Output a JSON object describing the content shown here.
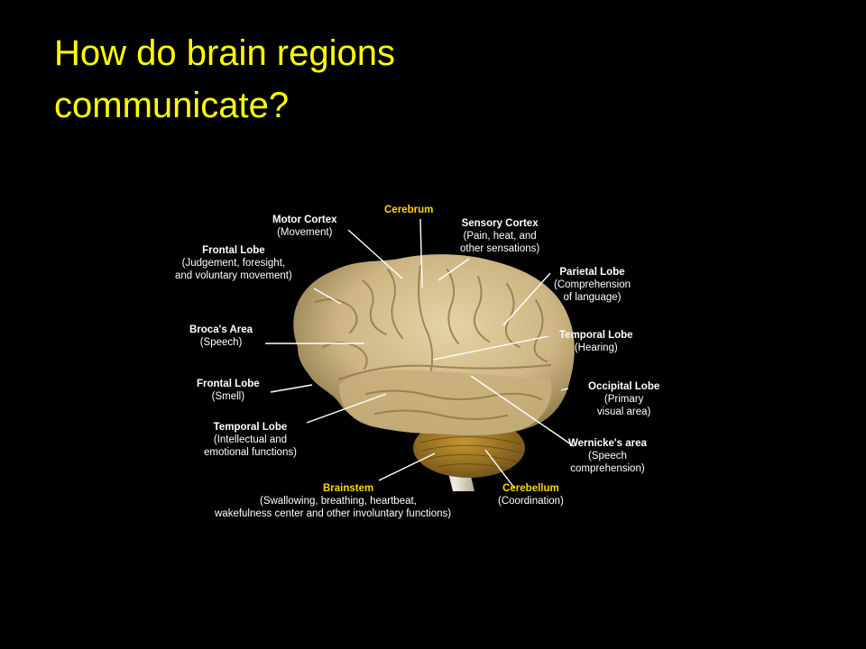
{
  "slide": {
    "title_line1": "How do brain regions",
    "title_line2": "communicate?"
  },
  "colors": {
    "background": "#000000",
    "title": "#ffff00",
    "highlight_label": "#ffd500",
    "label": "#ffffff",
    "brain": "#cdb684",
    "cerebellum": "#a07a28"
  },
  "labels": {
    "cerebrum": {
      "name": "Cerebrum",
      "desc": ""
    },
    "motor_cortex": {
      "name": "Motor Cortex",
      "desc": "(Movement)"
    },
    "sensory_cortex": {
      "name": "Sensory Cortex",
      "desc1": "(Pain, heat, and",
      "desc2": "other sensations)"
    },
    "frontal_lobe_1": {
      "name": "Frontal Lobe",
      "desc1": "(Judgement, foresight,",
      "desc2": "and voluntary movement)"
    },
    "parietal_lobe": {
      "name": "Parietal Lobe",
      "desc1": "(Comprehension",
      "desc2": "of language)"
    },
    "brocas_area": {
      "name": "Broca's Area",
      "desc": "(Speech)"
    },
    "temporal_lobe_right": {
      "name": "Temporal Lobe",
      "desc": "(Hearing)"
    },
    "frontal_lobe_2": {
      "name": "Frontal Lobe",
      "desc": "(Smell)"
    },
    "occipital_lobe": {
      "name": "Occipital Lobe",
      "desc1": "(Primary",
      "desc2": "visual area)"
    },
    "temporal_lobe_left": {
      "name": "Temporal Lobe",
      "desc1": "(Intellectual and",
      "desc2": "emotional functions)"
    },
    "wernickes_area": {
      "name": "Wernicke's area",
      "desc1": "(Speech",
      "desc2": "comprehension)"
    },
    "brainstem": {
      "name": "Brainstem",
      "desc1": "(Swallowing, breathing, heartbeat,",
      "desc2": "wakefulness center and other involuntary functions)"
    },
    "cerebellum": {
      "name": "Cerebellum",
      "desc": "(Coordination)"
    }
  }
}
